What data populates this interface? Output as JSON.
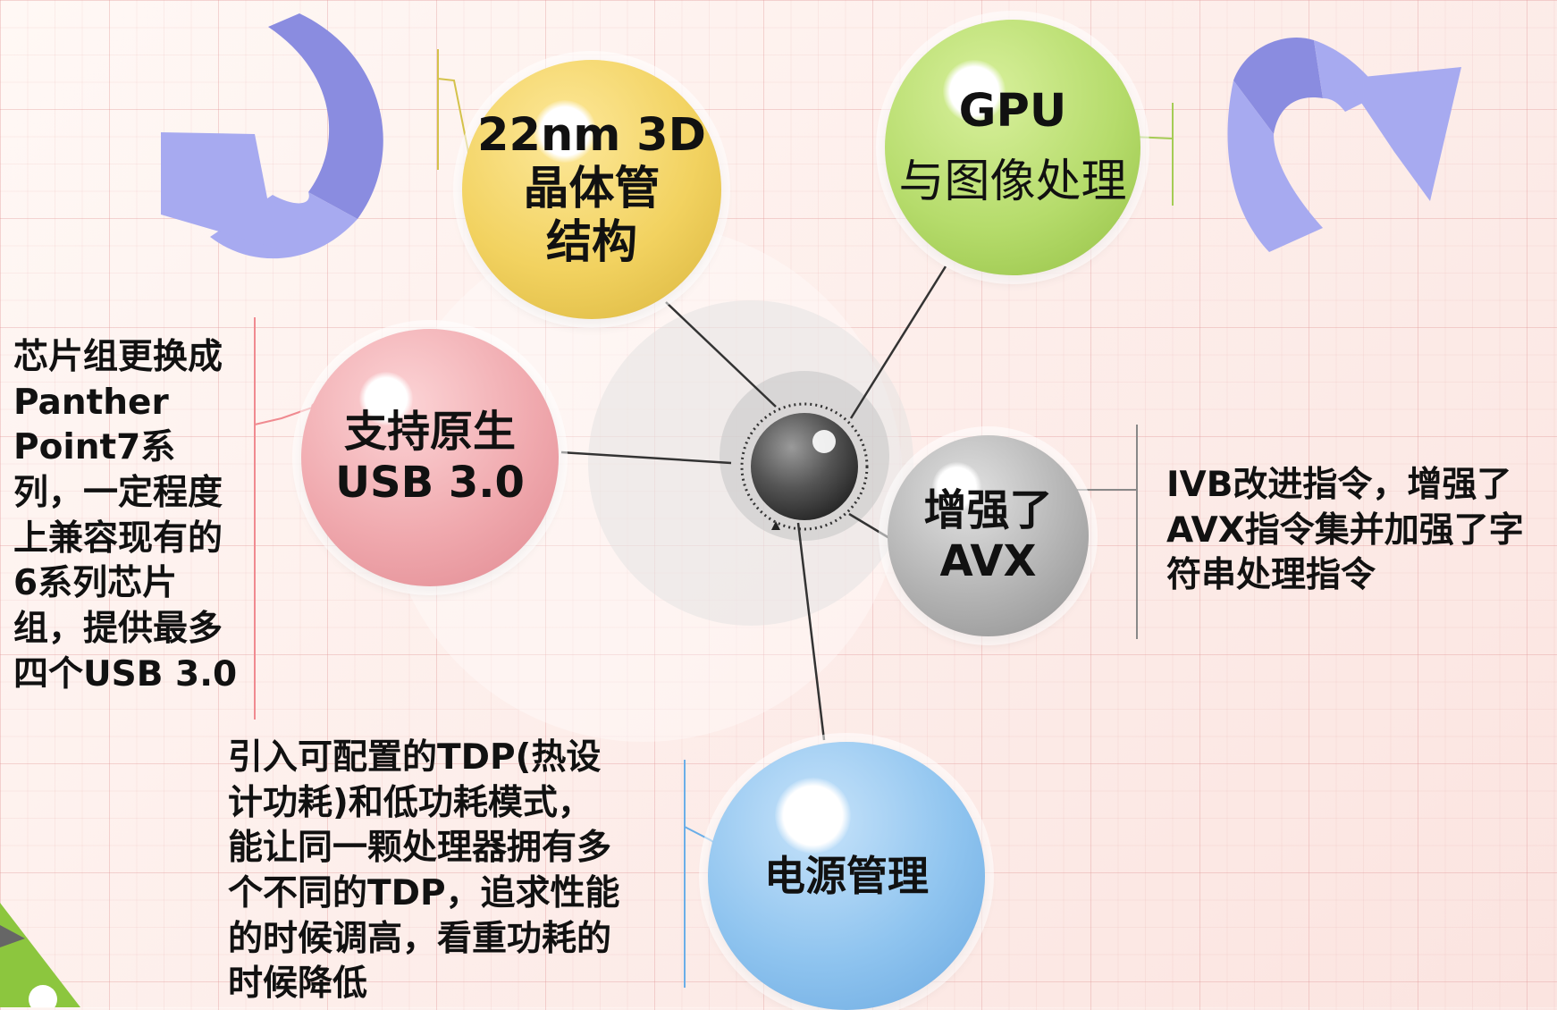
{
  "nodes": {
    "transistor": {
      "label": "22nm 3D\n晶体管\n结构",
      "color": "#f2d260"
    },
    "gpu": {
      "label_top": "GPU",
      "label_bottom": "与图像处理",
      "color": "#b6dc6c"
    },
    "usb": {
      "label": "支持原生\nUSB 3.0",
      "color": "#f0a9ae"
    },
    "avx": {
      "label": "增强了\nAVX",
      "color": "#b3b3b3"
    },
    "power": {
      "label": "电源管理",
      "color": "#8fc4ef"
    }
  },
  "notes": {
    "chipset": "芯片组更换成\nPanther\nPoint7系\n列，一定程度\n上兼容现有的\n6系列芯片\n组，提供最多\n四个USB 3.0",
    "ivb": "IVB改进指令，增强了\nAVX指令集并加强了字\n符串处理指令",
    "tdp": "引入可配置的TDP(热设\n计功耗)和低功耗模式，\n能让同一颗处理器拥有多\n个不同的TDP，追求性能\n的时候调高，看重功耗的\n时候降低"
  },
  "colors": {
    "arrow": "#a7aaf0",
    "arrow_dark": "#8a8ce0"
  }
}
